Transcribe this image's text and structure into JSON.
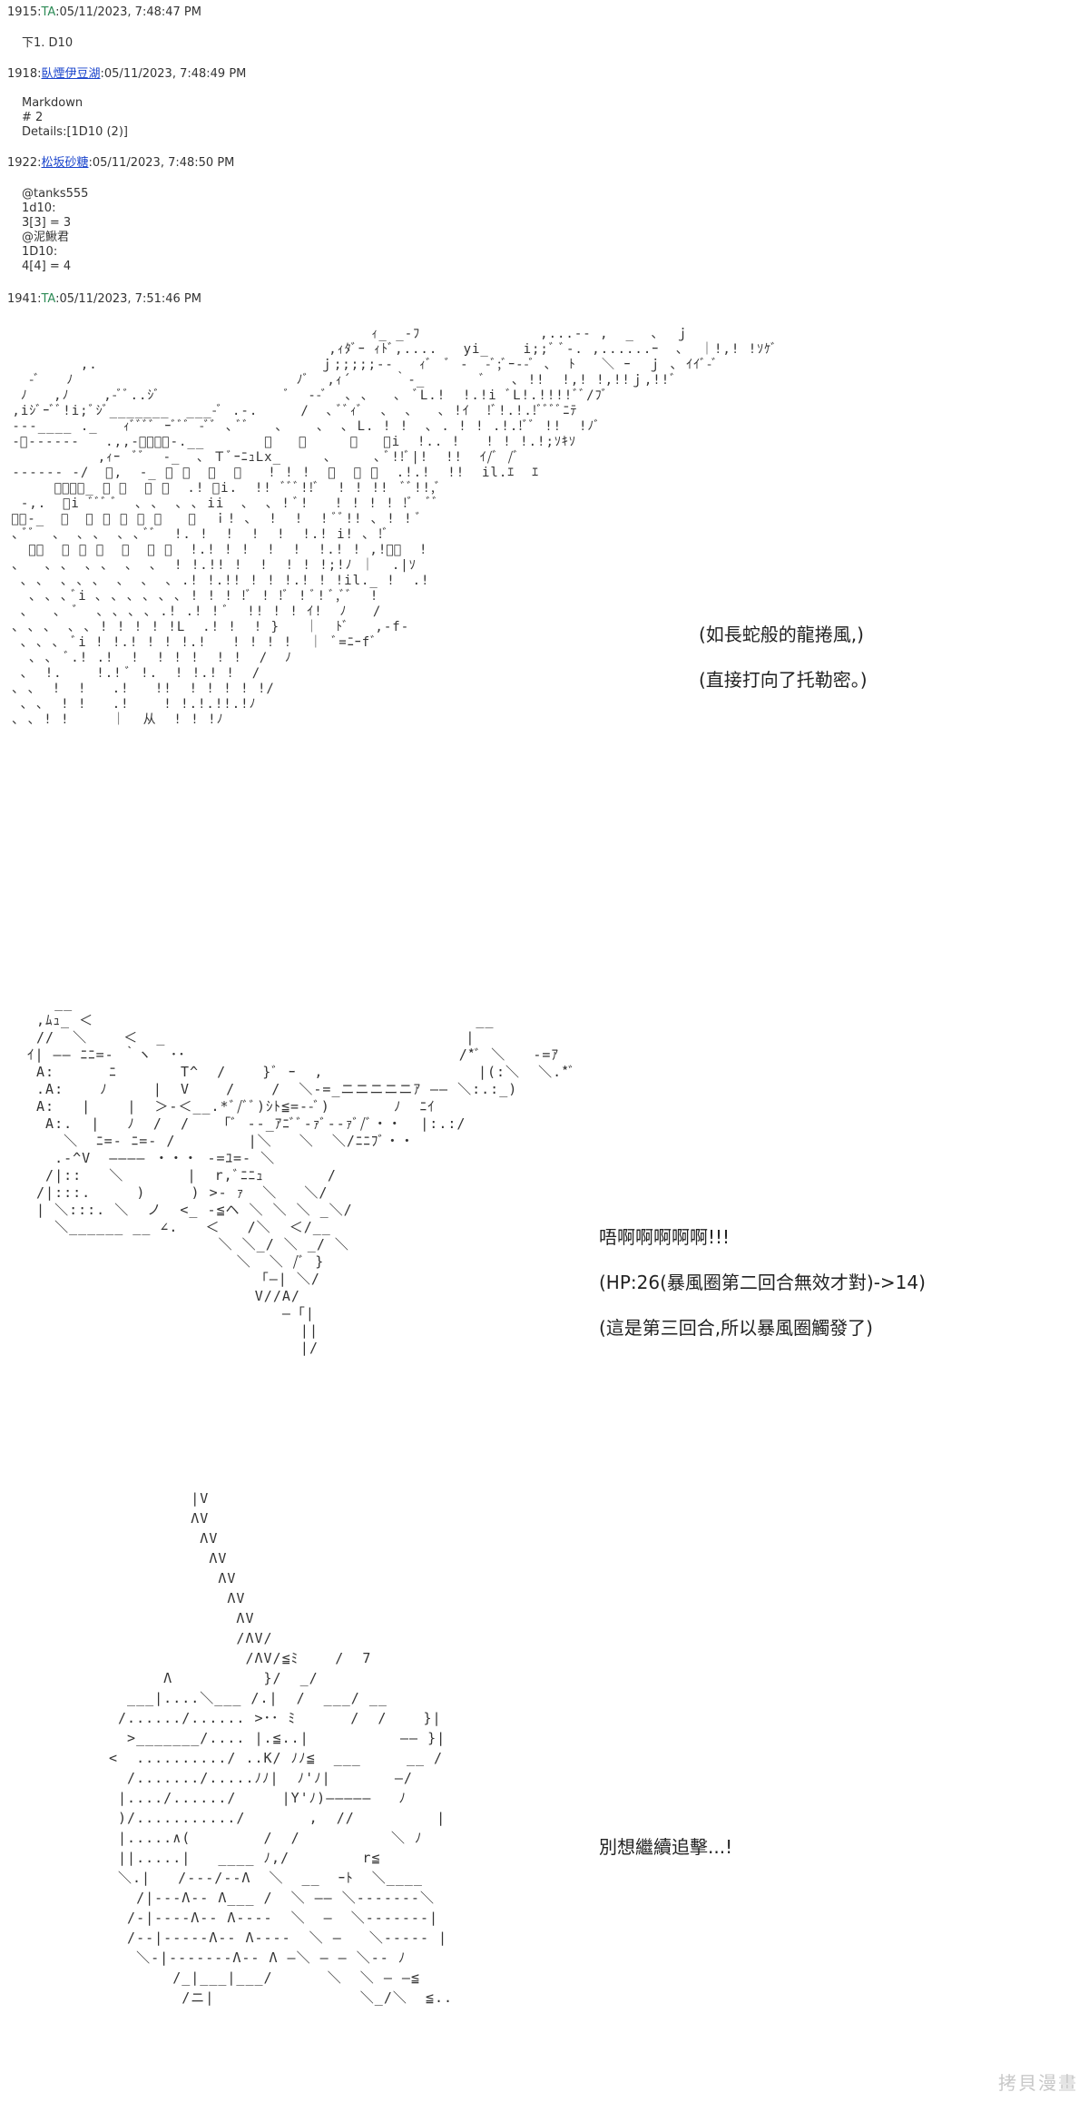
{
  "posts": [
    {
      "number": "1915",
      "name": "TA",
      "name_style": "green",
      "timestamp": "05/11/2023, 7:48:47 PM",
      "body": "下1. D10"
    },
    {
      "number": "1918",
      "name": "臥煙伊豆湖",
      "name_style": "link",
      "timestamp": "05/11/2023, 7:48:49 PM",
      "body": "Markdown\n# 2\nDetails:[1D10 (2)]"
    },
    {
      "number": "1922",
      "name": "松坂砂糖",
      "name_style": "link",
      "timestamp": "05/11/2023, 7:48:50 PM",
      "body": "@tanks555\n1d10:\n3[3] = 3\n@泥鰍君\n1D10:\n4[4] = 4"
    },
    {
      "number": "1941",
      "name": "TA",
      "name_style": "green",
      "timestamp": "05/11/2023, 7:51:46 PM",
      "body": ""
    }
  ],
  "scenes": [
    {
      "art_name": "dragon-wind-ascii-art",
      "lines": [
        "(如長蛇般的龍捲風,)",
        "(直接打向了托勒密。)"
      ]
    },
    {
      "art_name": "character-hit-ascii-art",
      "lines": [
        "唔啊啊啊啊啊!!!",
        "(HP:26(暴風圈第二回合無效才對)->14)",
        "(這是第三回合,所以暴風圈觸發了)"
      ]
    },
    {
      "art_name": "spear-figure-ascii-art",
      "lines": [
        "別想繼續追擊...!"
      ]
    }
  ],
  "watermark": "拷貝漫畫",
  "separator": ":"
}
